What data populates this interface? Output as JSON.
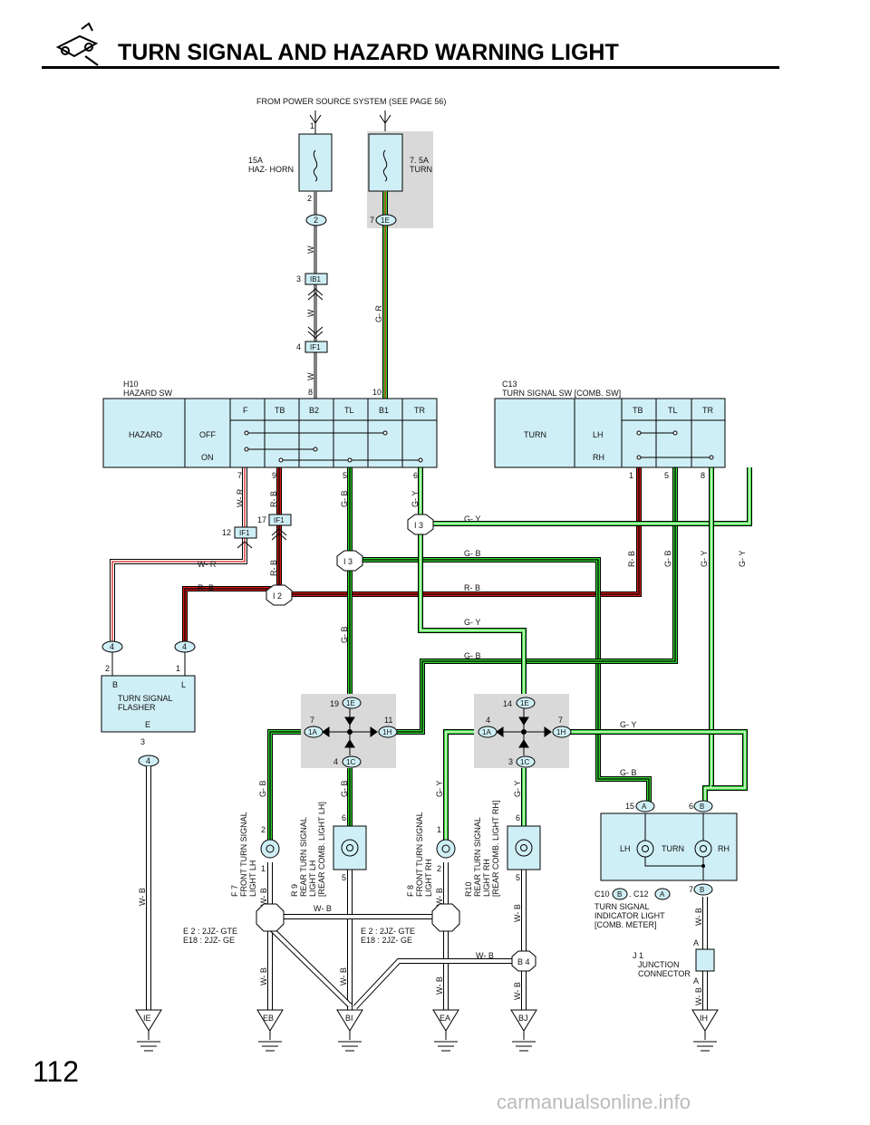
{
  "header": {
    "title": "TURN SIGNAL AND HAZARD WARNING LIGHT",
    "page_number": "112",
    "watermark": "carmanualsonline.info"
  },
  "source_note": "FROM POWER SOURCE SYSTEM (SEE PAGE 56)",
  "fuses": {
    "haz_horn": {
      "rating": "15A",
      "name": "HAZ- HORN",
      "pin_in": "1",
      "pin_out": "2",
      "connector": "2"
    },
    "turn": {
      "rating": "7. 5A",
      "name": "TURN",
      "pin_out": "7",
      "connector": "1E"
    }
  },
  "connectors": {
    "ib1": {
      "id": "IB1",
      "pin": "3"
    },
    "if1_top": {
      "id": "IF1",
      "pin": "4"
    },
    "if1_a": {
      "id": "IF1",
      "pin": "12"
    },
    "if1_b": {
      "id": "IF1",
      "pin": "17"
    }
  },
  "hazard_sw": {
    "code": "H10",
    "name": "HAZARD SW",
    "label": "HAZARD",
    "positions": [
      "OFF",
      "ON"
    ],
    "columns": [
      "F",
      "TB",
      "B2",
      "TL",
      "B1",
      "TR"
    ],
    "pin_top_w": "8",
    "pin_top_gr": "10",
    "pins_bottom": [
      "7",
      "9",
      "5",
      "6"
    ]
  },
  "turn_sw": {
    "code": "C13",
    "name": "TURN SIGNAL SW [COMB.  SW]",
    "label": "TURN",
    "positions": [
      "LH",
      "RH"
    ],
    "columns": [
      "TB",
      "TL",
      "TR"
    ],
    "pins_bottom": [
      "1",
      "5",
      "8"
    ]
  },
  "junctions": {
    "i2": "I 2",
    "i3a": "I 3",
    "i3b": "I 3"
  },
  "flasher": {
    "name_line1": "TURN SIGNAL",
    "name_line2": "FLASHER",
    "terms": [
      "B",
      "L",
      "E"
    ],
    "pins": [
      "2",
      "1",
      "3"
    ],
    "conn": "4"
  },
  "junction_blocks": {
    "left": {
      "top_pin": "19",
      "top_conn": "1E",
      "left_pin": "7",
      "left_conn": "1A",
      "right_pin": "11",
      "right_conn": "1H",
      "bottom_pin": "4",
      "bottom_conn": "1C"
    },
    "right": {
      "top_pin": "14",
      "top_conn": "1E",
      "left_pin": "4",
      "left_conn": "1A",
      "right_pin": "7",
      "right_conn": "1H",
      "bottom_pin": "3",
      "bottom_conn": "1C"
    }
  },
  "wires": {
    "w": "W",
    "gr": "G- R",
    "wr": "W- R",
    "rb": "R- B",
    "gb": "G- B",
    "gy": "G- Y",
    "wb": "W- B"
  },
  "lamps": {
    "f7": {
      "code": "F 7",
      "l1": "FRONT TURN SIGNAL",
      "l2": "LIGHT LH",
      "pins": [
        "2",
        "1"
      ]
    },
    "r9": {
      "code": "R 9",
      "l1": "REAR TURN SIGNAL",
      "l2": "LIGHT LH",
      "l3": "[REAR COMB.  LIGHT LH]",
      "pins": [
        "6",
        "5"
      ]
    },
    "f8": {
      "code": "F 8",
      "l1": "FRONT TURN SIGNAL",
      "l2": "LIGHT RH",
      "pins": [
        "1",
        "2"
      ]
    },
    "r10": {
      "code": "R10",
      "l1": "REAR TURN SIGNAL",
      "l2": "LIGHT RH",
      "l3": "[REAR COMB.  LIGHT RH]",
      "pins": [
        "6",
        "5"
      ]
    }
  },
  "ground_notes": {
    "left1": "E 2 : 2JZ- GTE",
    "left2": "E18 : 2JZ- GE",
    "right1": "E 2 : 2JZ- GTE",
    "right2": "E18 : 2JZ- GE"
  },
  "b4": "B 4",
  "indicator": {
    "pinA": "15",
    "connA": "A",
    "pinB": "6",
    "connB": "B",
    "lh": "LH",
    "turn": "TURN",
    "rh": "RH",
    "pin7": "7",
    "conn7": "B",
    "c10": "C10",
    "c10c": "B",
    "c12": ". C12",
    "c12c": "A",
    "l1": "TURN SIGNAL",
    "l2": "INDICATOR LIGHT",
    "l3": "[COMB.  METER]"
  },
  "junction_connector": {
    "code": "J 1",
    "l1": "JUNCTION",
    "l2": "CONNECTOR",
    "pin_a": "A"
  },
  "grounds": [
    "IE",
    "EB",
    "BI",
    "EA",
    "BJ",
    "IH"
  ],
  "colors": {
    "green": "#33d633",
    "red": "#d81b1b",
    "fill": "#cfeff6",
    "gray": "#d9d9d9"
  }
}
